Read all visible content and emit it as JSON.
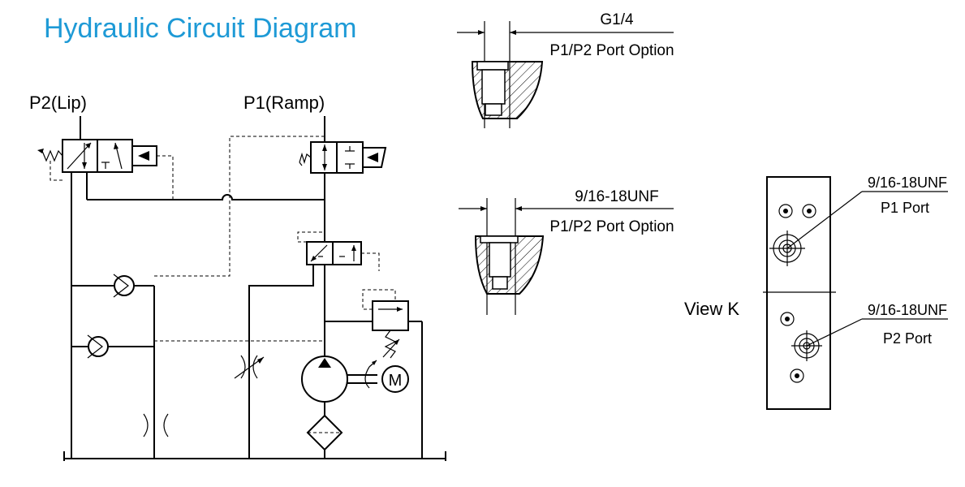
{
  "title": "Hydraulic Circuit Diagram",
  "circuit": {
    "port_p2_label": "P2(Lip)",
    "port_p1_label": "P1(Ramp)",
    "motor_label": "M"
  },
  "detail_top": {
    "thread": "G1/4",
    "option": "P1/P2 Port Option"
  },
  "detail_bottom": {
    "thread": "9/16-18UNF",
    "option": "P1/P2 Port Option"
  },
  "view_k": {
    "label": "View K",
    "p1_thread": "9/16-18UNF",
    "p1_port": "P1 Port",
    "p2_thread": "9/16-18UNF",
    "p2_port": "P2 Port"
  }
}
